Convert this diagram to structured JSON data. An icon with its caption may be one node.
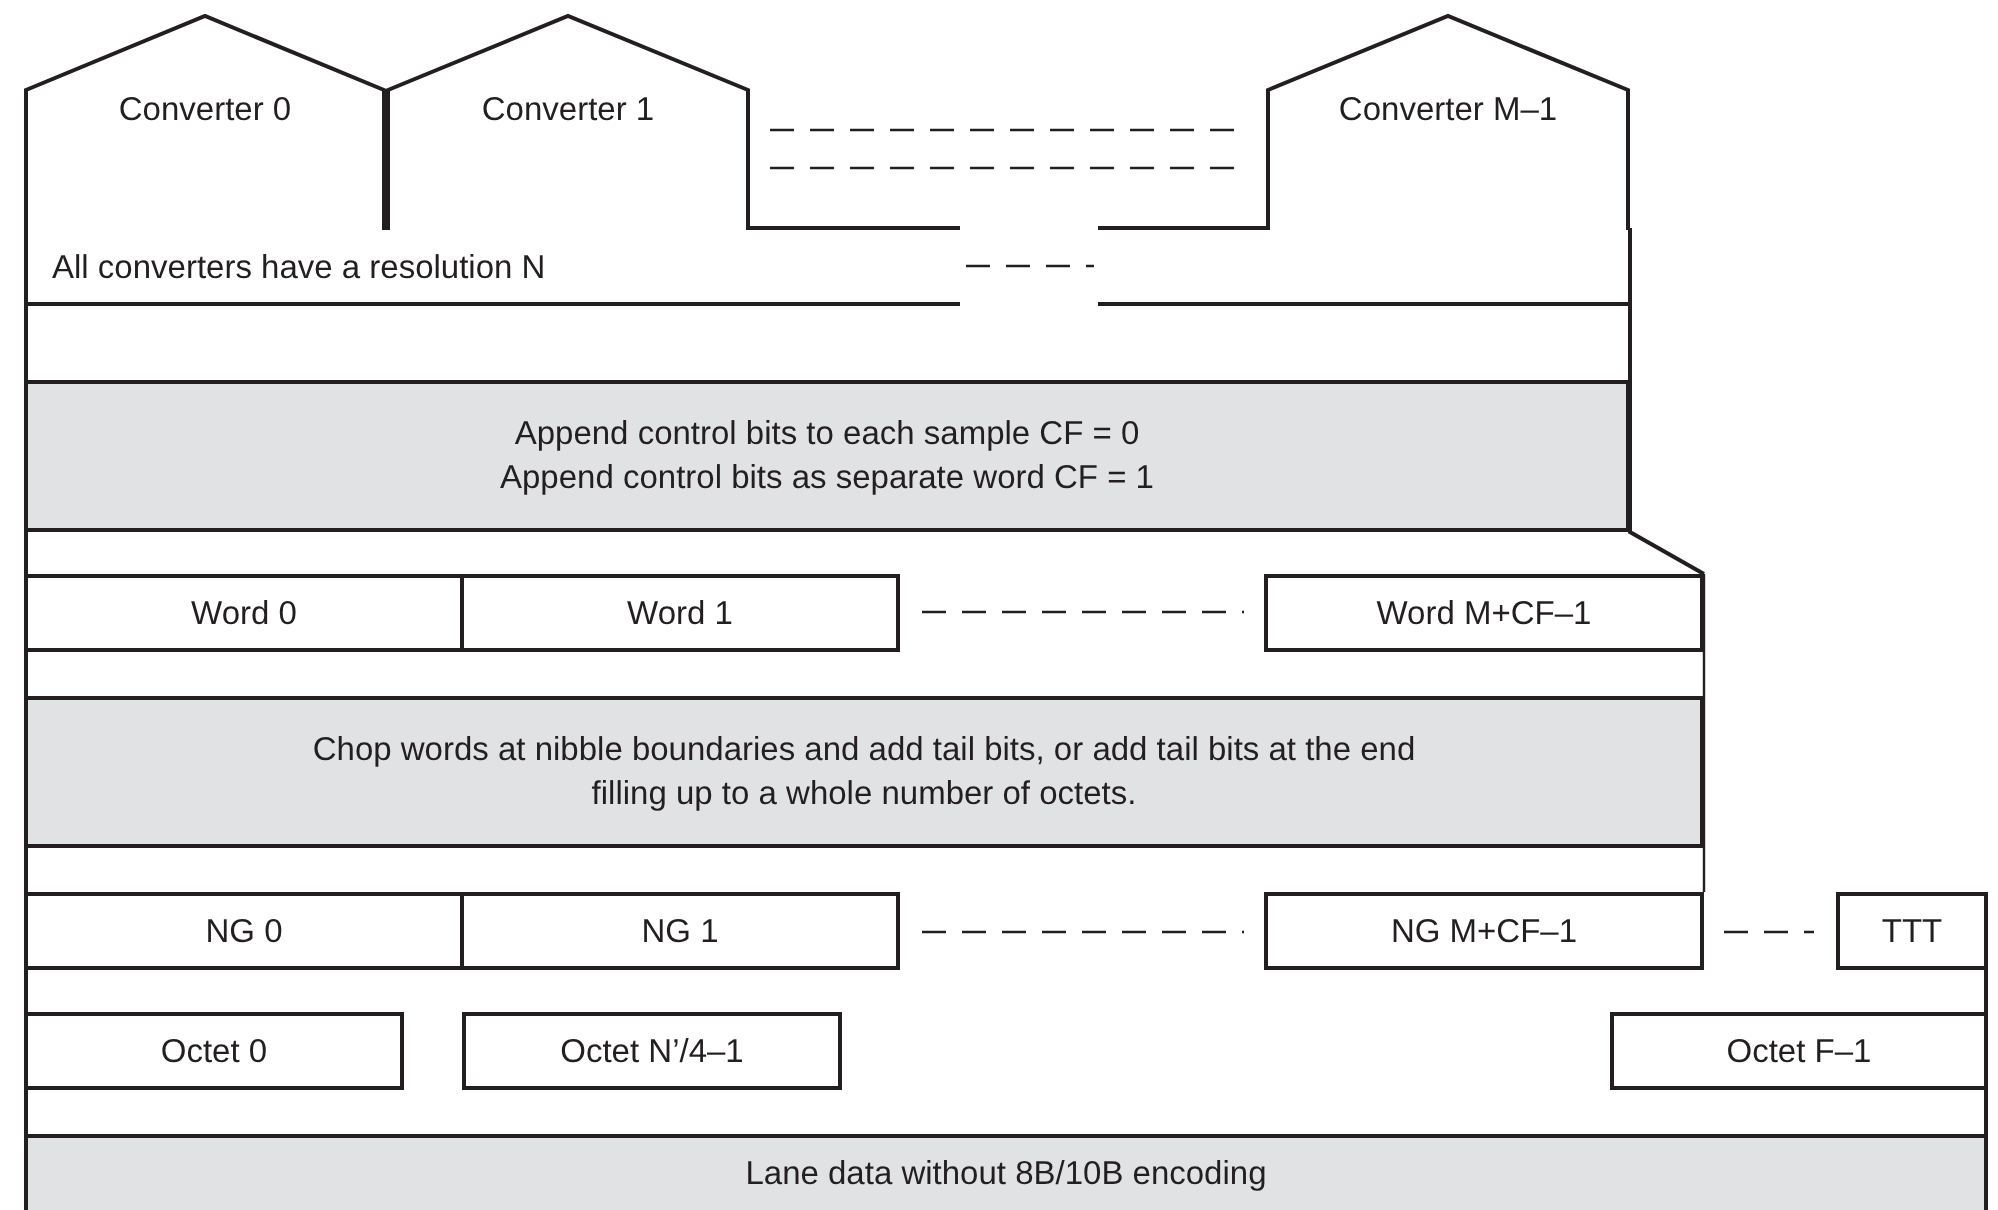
{
  "diagram": {
    "nodes": [
      {
        "text": [
          "Converter 0"
        ]
      },
      {
        "text": [
          "Converter 1"
        ]
      },
      {
        "text": [
          "Converter M–1"
        ]
      },
      {
        "text": [
          "All converters have a resolution N"
        ]
      },
      {
        "text": [
          "Append control bits to each sample CF = 0 Append control bits as separate word CF = 1"
        ]
      },
      {
        "text": [
          "Word 0"
        ]
      },
      {
        "text": [
          "Word 1"
        ]
      },
      {
        "text": [
          "Word M+CF–1"
        ]
      },
      {
        "text": [
          "Chop words at nibble boundaries and add tail bits, or add tail bits at the end filling up to a whole number of octets."
        ]
      },
      {
        "text": [
          "NG 0"
        ]
      },
      {
        "text": [
          "NG 1"
        ]
      },
      {
        "text": [
          "NG M+CF–1"
        ]
      },
      {
        "text": [
          "TTT"
        ]
      },
      {
        "text": [
          "Octet 0"
        ]
      },
      {
        "text": [
          "Octet N’/4–1"
        ]
      },
      {
        "text": [
          "Octet F–1"
        ]
      },
      {
        "text": [
          "Lane data without 8B/10B encoding"
        ]
      }
    ]
  }
}
